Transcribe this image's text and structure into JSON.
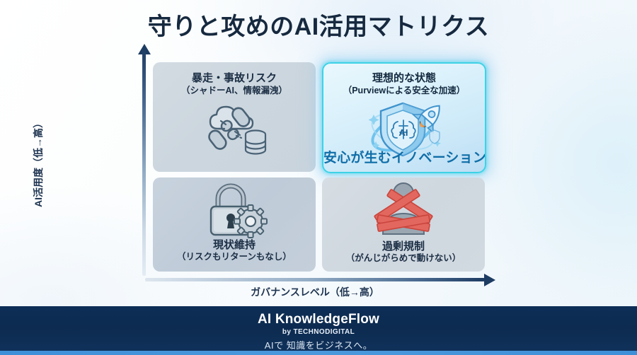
{
  "page": {
    "title": "守りと攻めのAI活用マトリクス"
  },
  "axes": {
    "y_label": "AI活用度（低→高）",
    "x_label": "ガバナンスレベル（低→高）",
    "arrow_color": "#1d3c62"
  },
  "matrix": {
    "top_left": {
      "title": "暴走・事故リスク",
      "subtitle": "（シャドーAI、情報漏洩）",
      "icon": "cloud-broken-chain-database-icon",
      "fill": "#ccd6de"
    },
    "top_right": {
      "title": "理想的な状態",
      "subtitle": "（Purviewによる安全な加速）",
      "highlight": "安心が生むイノベーション",
      "icon": "shield-ai-rocket-icon",
      "fill": "#d9f0fb",
      "border_color": "#3ed2e6",
      "highlight_color": "#0f6ea8"
    },
    "bottom_left": {
      "title": "現状維持",
      "subtitle": "（リスクもリターンもなし）",
      "icon": "lock-gear-icon",
      "fill": "#bfcbd8"
    },
    "bottom_right": {
      "title": "過剰規制",
      "subtitle": "（がんじがらめで動けない）",
      "icon": "bound-person-red-tape-icon",
      "fill": "#cfd7df"
    }
  },
  "footer": {
    "brand": "AI KnowledgeFlow",
    "by": "by TECHNODIGITAL",
    "tagline": "AIで 知識をビジネスへ。",
    "background": "#0d2b50",
    "accent": "#3d8fd8"
  }
}
